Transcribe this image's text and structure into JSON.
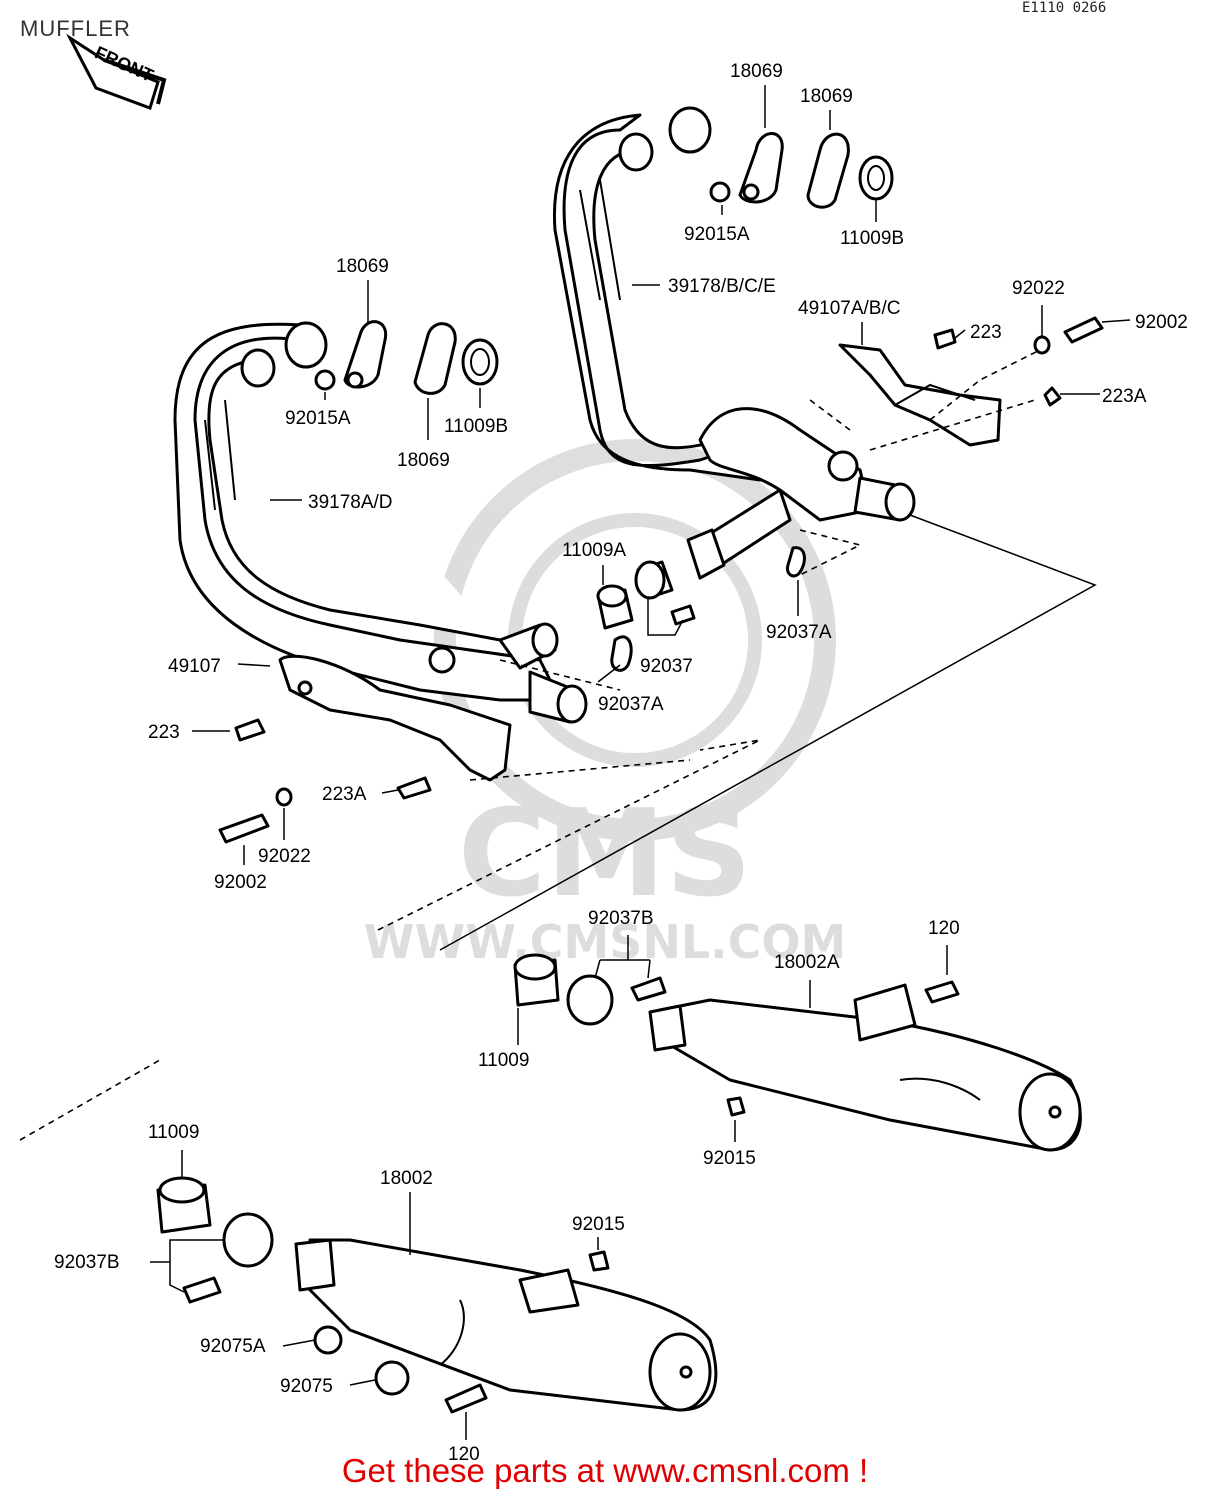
{
  "header": {
    "title": "MUFFLER",
    "diagram_code": "E1110 0266",
    "front_marker": "FRONT"
  },
  "watermark": {
    "brand": "CMS",
    "url": "WWW.CMSNL.COM"
  },
  "footer": {
    "text": "Get these parts at www.cmsnl.com !",
    "color": "#e00000"
  },
  "part_labels": {
    "p18069_top1": "18069",
    "p18069_top2": "18069",
    "p92015A_top": "92015A",
    "p11009B_top": "11009B",
    "p39178BCE": "39178/B/C/E",
    "p49107ABC": "49107A/B/C",
    "p92022_right": "92022",
    "p223_right": "223",
    "p92002_right": "92002",
    "p223A_right": "223A",
    "p18069_left1": "18069",
    "p92015A_left": "92015A",
    "p18069_left2": "18069",
    "p11009B_left": "11009B",
    "p39178AD": "39178A/D",
    "p11009A": "11009A",
    "p92037A_right": "92037A",
    "p92037": "92037",
    "p92037A_center": "92037A",
    "p49107": "49107",
    "p223_left": "223",
    "p223A_left": "223A",
    "p92022_left": "92022",
    "p92002_left": "92002",
    "p92037B_mid": "92037B",
    "p120_right": "120",
    "p18002A": "18002A",
    "p11009_mid": "11009",
    "p92015_mid": "92015",
    "p11009_low": "11009",
    "p18002": "18002",
    "p92015_low": "92015",
    "p92037B_low": "92037B",
    "p92075A": "92075A",
    "p92075": "92075",
    "p120_low": "120"
  }
}
